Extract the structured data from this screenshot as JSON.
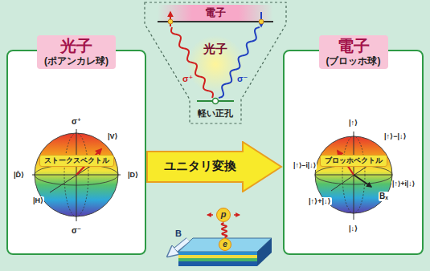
{
  "diagram": {
    "nodes": [
      {
        "text": [
          "電子",
          "光子",
          "軽い正孔"
        ]
      },
      {
        "text": [
          "光子",
          "(ポアンカレ球)"
        ]
      },
      {
        "text": [
          "ストークスベクトル"
        ],
        "in": 1
      },
      {
        "text": [
          "ユニタリ変換"
        ]
      },
      {
        "text": [
          "電子",
          "(ブロッホ球)"
        ]
      },
      {
        "text": [
          "ブロッホベクトル"
        ],
        "in": 4
      },
      {
        "text": [
          "p"
        ]
      },
      {
        "text": [
          "e"
        ]
      }
    ],
    "edges": [
      {
        "from": 7,
        "to": 6,
        "arrow": "none"
      }
    ],
    "labels": [
      "σ⁺",
      "σ⁻",
      "σ⁺",
      "|V⟩",
      "|D̄⟩",
      "|D⟩",
      "|H⟩",
      "σ⁻",
      "|↑⟩",
      "|↑⟩−|↓⟩",
      "|↑⟩−i|↓⟩",
      "|↑⟩+i|↓⟩",
      "|↑⟩+|↓⟩",
      "Bₓ",
      "|↓⟩",
      "B"
    ]
  }
}
